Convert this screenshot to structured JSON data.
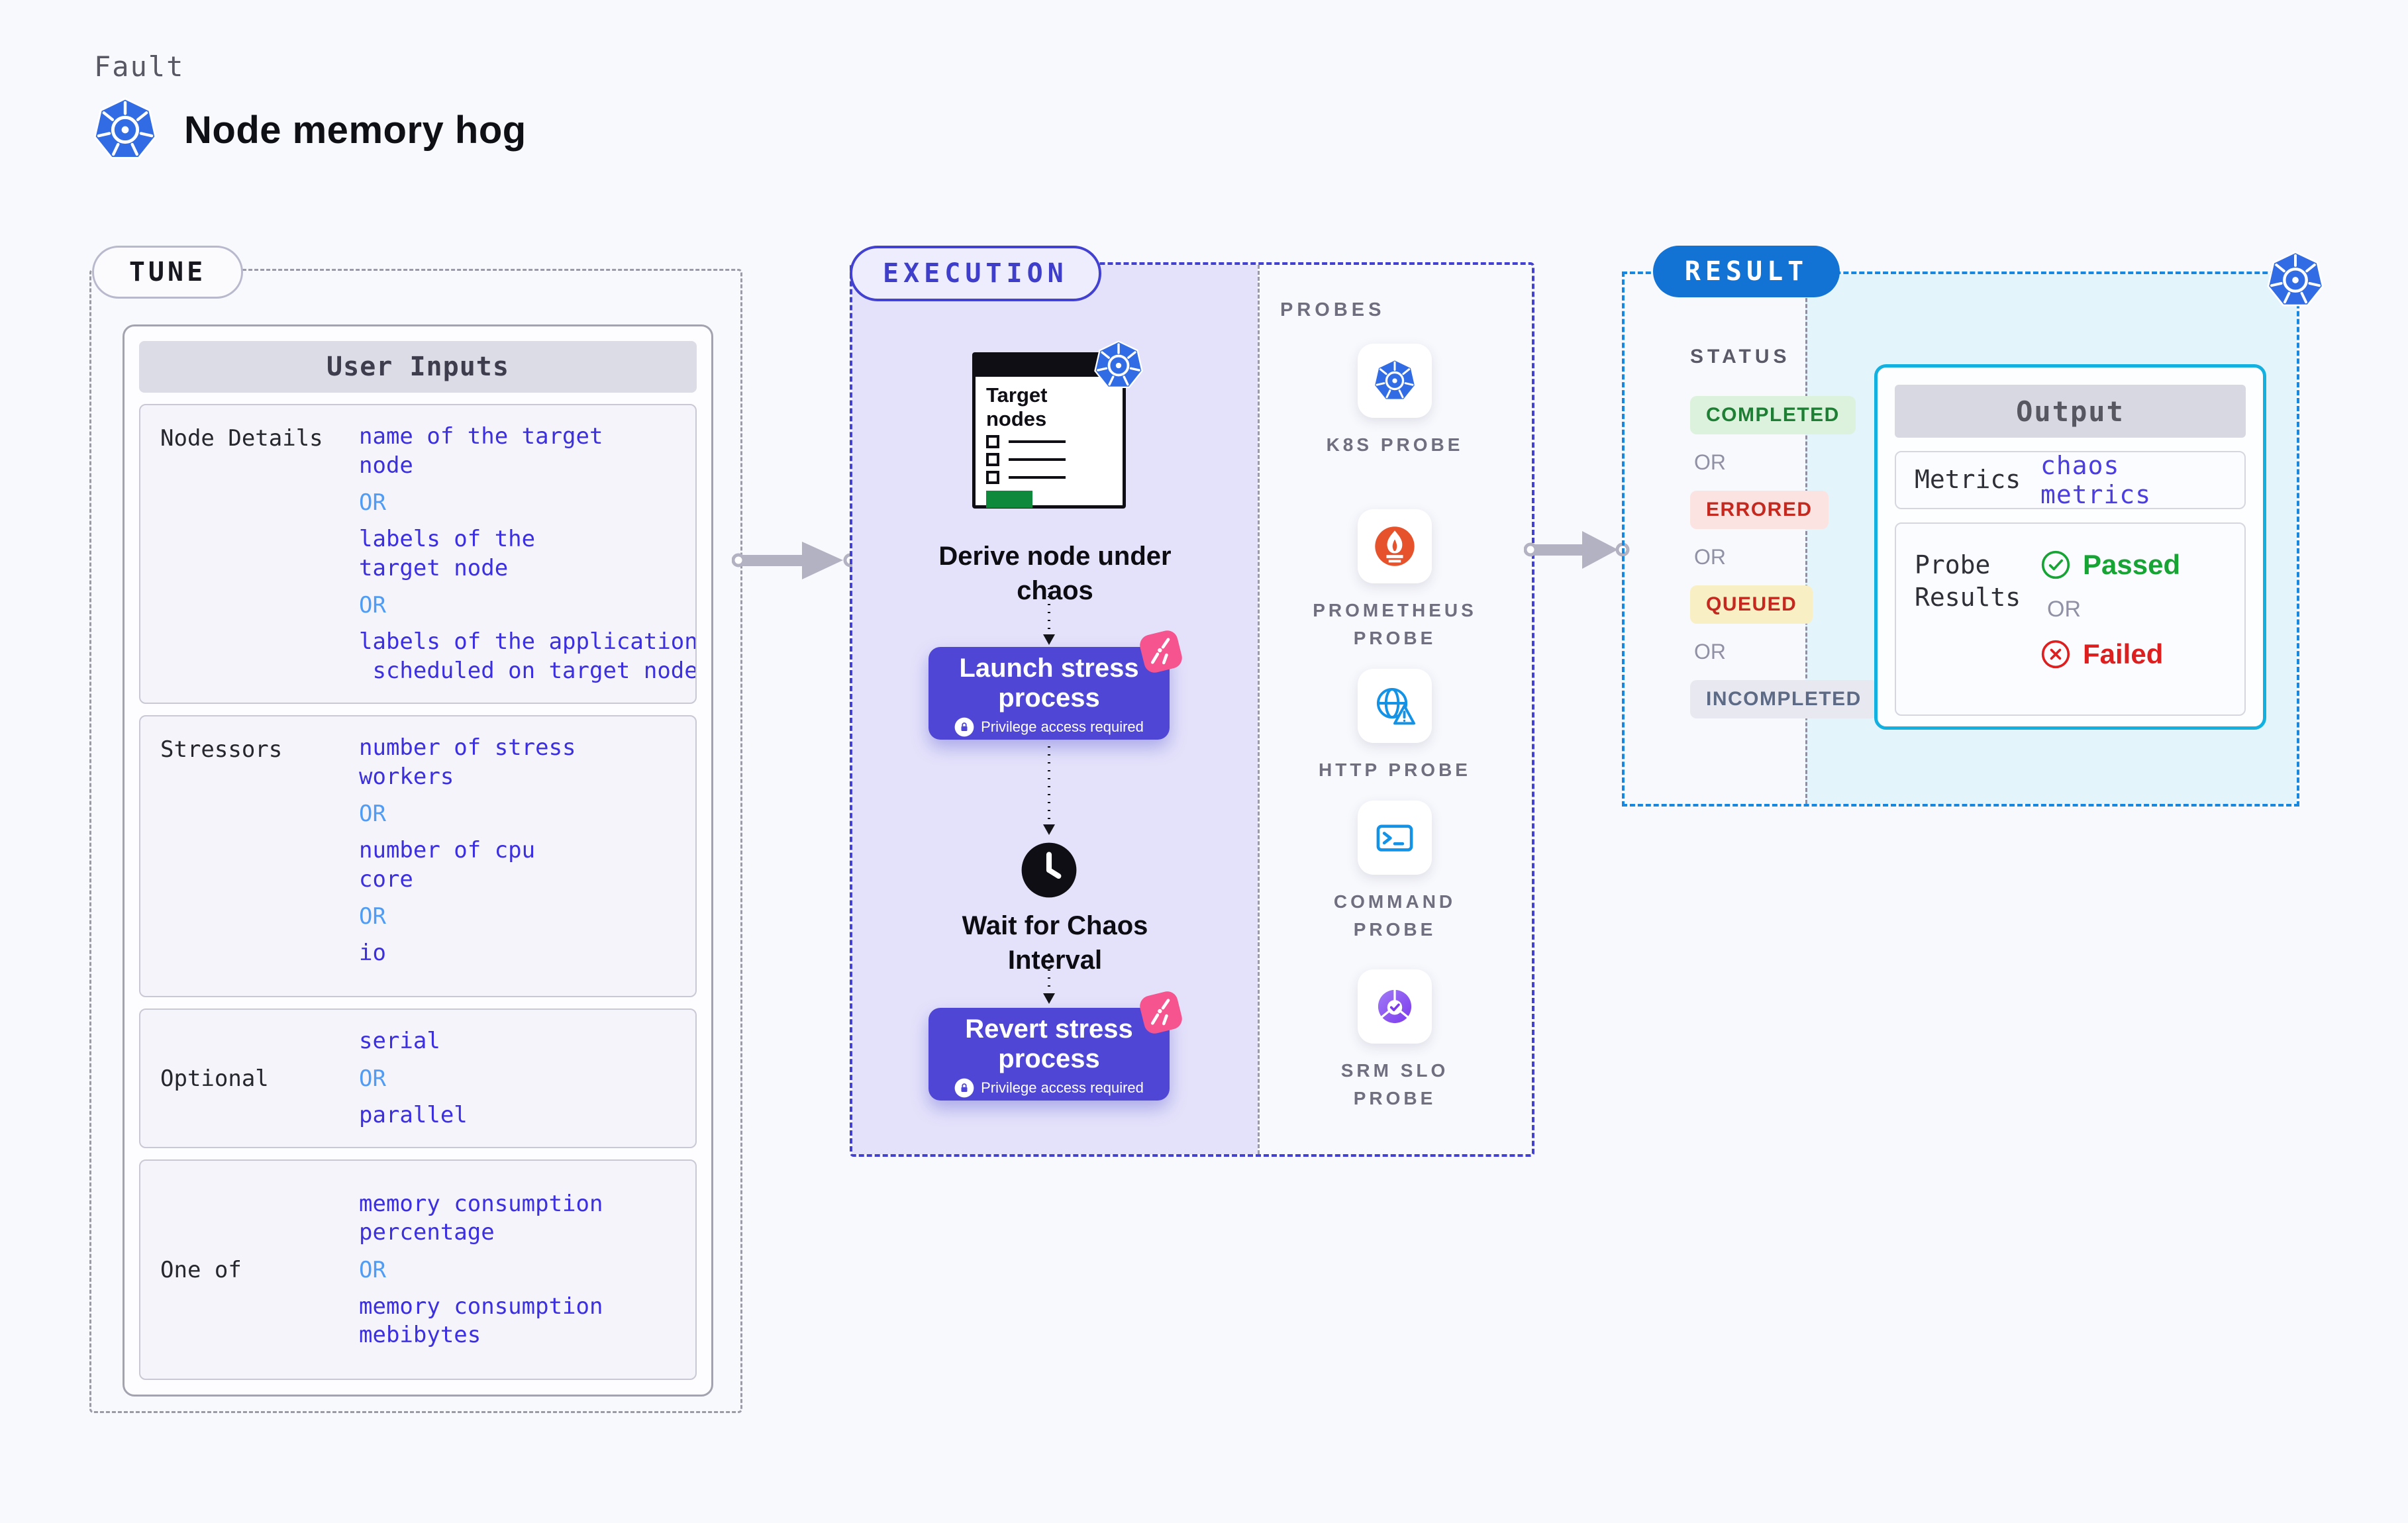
{
  "header": {
    "fault": "Fault",
    "title": "Node memory hog"
  },
  "colors": {
    "accent_indigo": "#4f46d5",
    "execution_border": "#4341cf",
    "execution_fill": "#e4e2fa",
    "result_blue": "#1273d4",
    "result_border": "#1787df",
    "result_fill": "#e3f4fb",
    "output_border": "#14b1e0",
    "k8s_blue": "#326ce5",
    "prometheus_orange": "#e6522c",
    "probe_blue": "#1492e6",
    "srm_purple": "#8d5cf0",
    "pink_badge": "#f5548e",
    "value_blue": "#3b2fe0",
    "or_blue": "#4f9cf7",
    "passed_green": "#18a335",
    "failed_red": "#dd1f1f",
    "doc_green": "#0f8a3d"
  },
  "tune": {
    "pill": "TUNE",
    "card_title": "User Inputs",
    "rows": [
      {
        "label": "Node Details",
        "v1": "name of the target\nnode",
        "or1": "OR",
        "v2": "labels of the\ntarget node",
        "or2": "OR",
        "v3": "labels of the application\n scheduled on target node"
      },
      {
        "label": "Stressors",
        "v1": "number of stress\nworkers",
        "or1": "OR",
        "v2": "number of cpu\ncore",
        "or2": "OR",
        "v3": "io"
      },
      {
        "label": "Optional",
        "v1": "serial",
        "or1": "OR",
        "v2": "parallel"
      },
      {
        "label": "One of",
        "v1": "memory consumption\npercentage",
        "or1": "OR",
        "v2": "memory consumption\nmebibytes"
      }
    ]
  },
  "execution": {
    "pill": "EXECUTION",
    "doc_title": "Target\nnodes",
    "derive": "Derive node under\nchaos",
    "launch": "Launch stress\nprocess",
    "privilege": "Privilege access required",
    "wait": "Wait for Chaos\nInterval",
    "revert": "Revert stress\nprocess"
  },
  "probes": {
    "title": "PROBES",
    "items": [
      {
        "icon": "kubernetes-icon",
        "label": "K8S PROBE"
      },
      {
        "icon": "prometheus-icon",
        "label": "PROMETHEUS\nPROBE"
      },
      {
        "icon": "http-globe-warning-icon",
        "label": "HTTP PROBE"
      },
      {
        "icon": "command-terminal-icon",
        "label": "COMMAND\nPROBE"
      },
      {
        "icon": "srm-slo-gauge-check-icon",
        "label": "SRM SLO\nPROBE"
      }
    ]
  },
  "result": {
    "pill": "RESULT",
    "status_title": "STATUS",
    "or": "OR",
    "statuses": [
      {
        "label": "COMPLETED"
      },
      {
        "label": "ERRORED"
      },
      {
        "label": "QUEUED"
      },
      {
        "label": "INCOMPLETED"
      }
    ],
    "output": {
      "title": "Output",
      "metrics_label": "Metrics",
      "metrics_value": "chaos metrics",
      "probe_label": "Probe\nResults",
      "passed": "Passed",
      "or": "OR",
      "failed": "Failed"
    }
  }
}
